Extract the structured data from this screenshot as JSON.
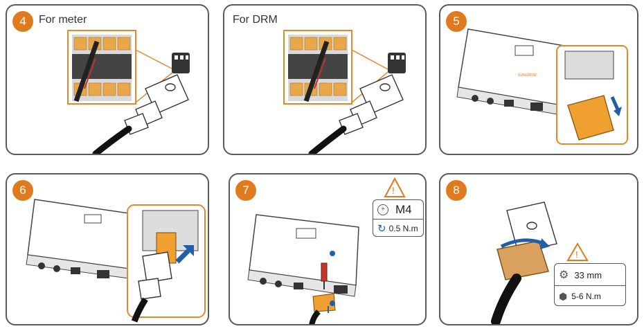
{
  "steps": [
    {
      "number": "4",
      "title": "For meter"
    },
    {
      "number": "",
      "title": "For DRM"
    },
    {
      "number": "5",
      "title": ""
    },
    {
      "number": "6",
      "title": ""
    },
    {
      "number": "7",
      "title": ""
    },
    {
      "number": "8",
      "title": ""
    }
  ],
  "step7": {
    "bolt": "M4",
    "torque": "0.5 N.m"
  },
  "step8": {
    "wrench": "33 mm",
    "torque": "5-6 N.m"
  },
  "brand": "SUNGROW",
  "colors": {
    "accent": "#e07a1e",
    "connector": "#f0a030",
    "arrow": "#1f5fa8",
    "border": "#5a5a5a",
    "warning": "#e07a1e"
  }
}
